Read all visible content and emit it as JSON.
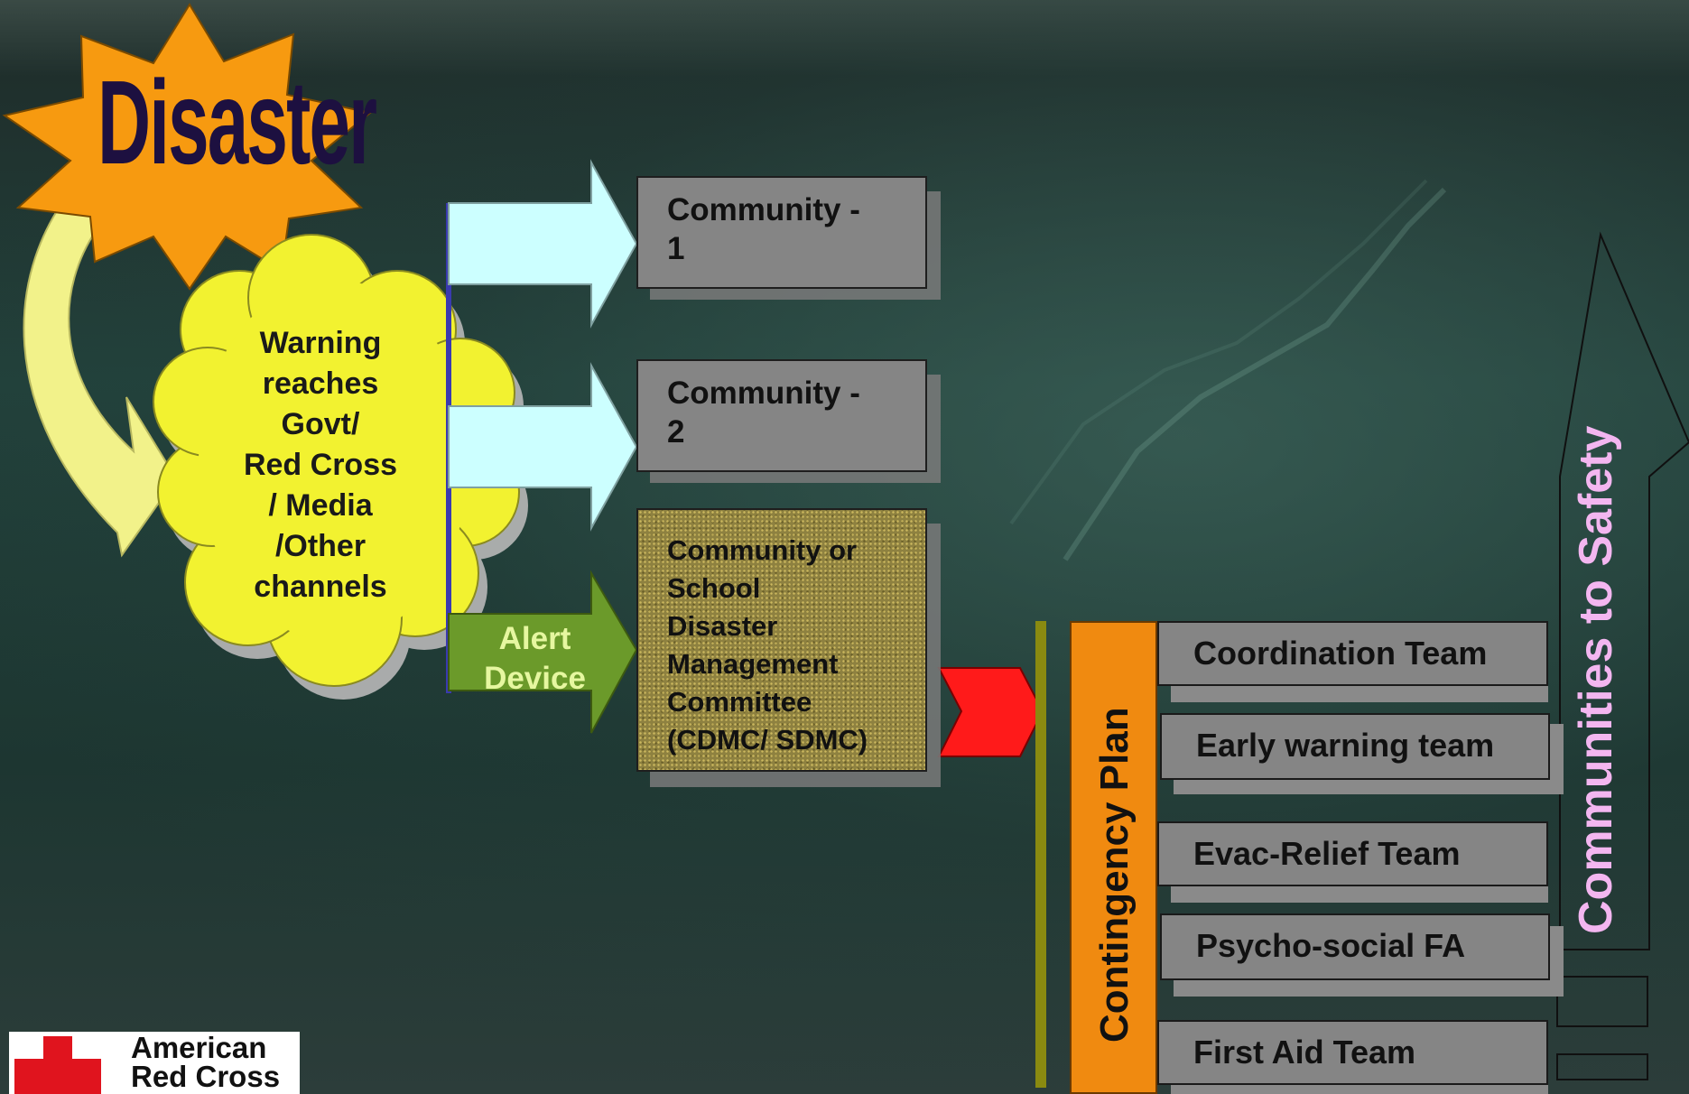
{
  "disaster": {
    "label": "Disaster"
  },
  "warning_cloud": {
    "lines": [
      "Warning",
      "reaches",
      "Govt/",
      "Red Cross",
      "/ Media",
      "/Other",
      "channels"
    ]
  },
  "alert_device": {
    "lines": [
      "Alert",
      "Device"
    ]
  },
  "communities": [
    {
      "lines": [
        "Community -",
        "1"
      ]
    },
    {
      "lines": [
        "Community -",
        "2"
      ]
    }
  ],
  "management_committee": {
    "lines": [
      "Community or",
      "School",
      "Disaster",
      "Management",
      "Committee",
      "(CDMC/ SDMC)"
    ]
  },
  "contingency_plan": {
    "label": "Contingency Plan"
  },
  "teams": [
    {
      "label": "Coordination Team"
    },
    {
      "label": "Early warning team"
    },
    {
      "label": "Evac-Relief Team"
    },
    {
      "label": "Psycho-social FA"
    },
    {
      "label": "First Aid Team"
    }
  ],
  "safety_arrow": {
    "label": "Communities to Safety"
  },
  "logo": {
    "lines": [
      "American",
      "Red Cross"
    ]
  },
  "colors": {
    "starburst": "#f79a10",
    "cloud": "#f2f230",
    "light_arrow": "#ccffff",
    "alert_arrow": "#6b9a2a",
    "red_chevron": "#ff1a1a",
    "contingency": "#f08a10",
    "safety_text": "#f3b6f0"
  }
}
